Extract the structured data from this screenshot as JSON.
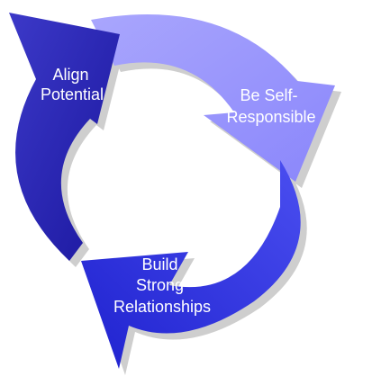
{
  "diagram": {
    "labels": {
      "align_line1": "Align",
      "align_line2": "Potential",
      "self_line1": "Be Self-",
      "self_line2": "Responsible",
      "build_line1": "Build",
      "build_line2": "Strong",
      "build_line3": "Relationships"
    },
    "colors": {
      "align_arrow": "#1a169e",
      "align_arrow_light": "#3c39c8",
      "self_arrow": "#8a86fb",
      "self_arrow_light": "#a9a6fd",
      "build_arrow": "#1f22cf",
      "build_arrow_light": "#4a4ef0",
      "shadow": "#c9c9c9",
      "label_text": "#ffffff"
    }
  }
}
